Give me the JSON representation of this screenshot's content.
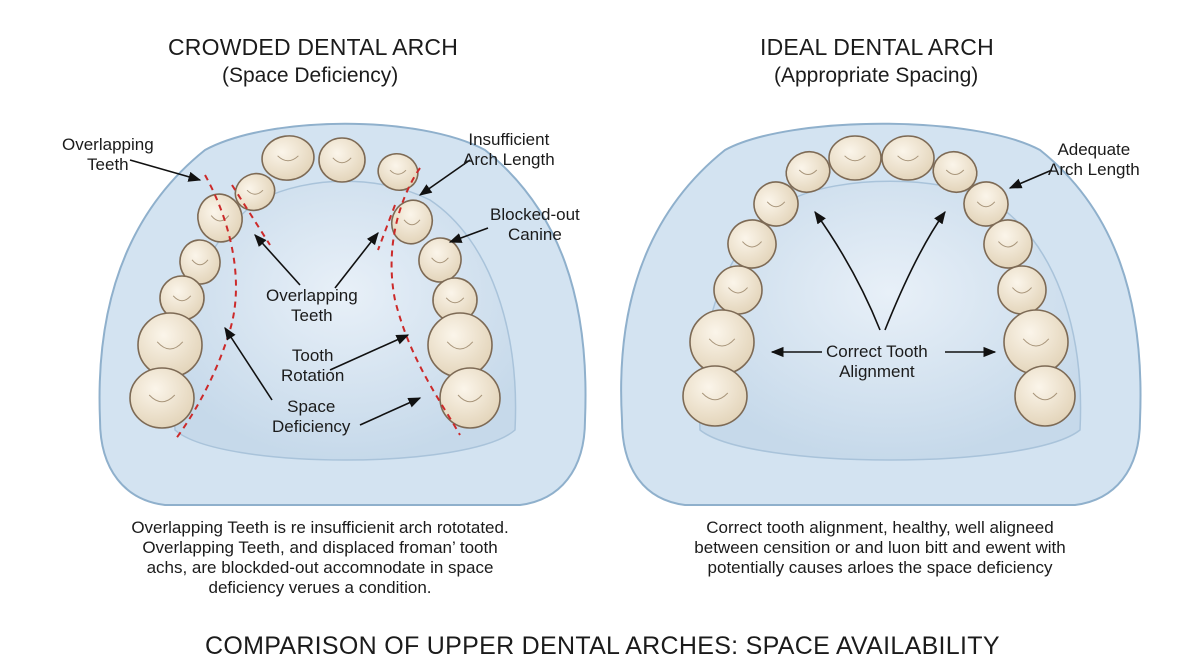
{
  "left": {
    "title": "CROWDED DENTAL ARCH",
    "subtitle": "(Space Deficiency)",
    "labels": {
      "overlapping_outer_1": "Overlapping",
      "overlapping_outer_2": "Teeth",
      "insufficient_1": "Insufficient",
      "insufficient_2": "Arch Length",
      "blocked_1": "Blocked-out",
      "blocked_2": "Canine",
      "overlapping_inner_1": "Overlapping",
      "overlapping_inner_2": "Teeth",
      "rotation_1": "Tooth",
      "rotation_2": "Rotation",
      "space_1": "Space",
      "space_2": "Deficiency"
    },
    "description": [
      "Overlapping Teeth is re insufficienit arch rototated.",
      "Overlapping Teeth,  and displaced froman’ tooth",
      "achs, are blockded-out  accomnodate in space",
      "deficiency verues a condition."
    ]
  },
  "right": {
    "title": "IDEAL DENTAL ARCH",
    "subtitle": "(Appropriate Spacing)",
    "labels": {
      "adequate_1": "Adequate",
      "adequate_2": "Arch Length",
      "correct_1": "Correct Tooth",
      "correct_2": "Alignment"
    },
    "description": [
      "Correct tooth alignment,  healthy, well aligneed",
      "between censition or and luon bitt and ewent with",
      "potentially causes arloes the space deficiency"
    ]
  },
  "footer": "COMPARISON OF UPPER DENTAL ARCHES: SPACE AVAILABILITY",
  "colors": {
    "palate_outer": "#c9dcec",
    "palate_inner": "#dfeaf5",
    "gum_edge": "#8fb0cc",
    "tooth_fill": "#efe4cf",
    "tooth_edge": "#7d6a55",
    "dashed_red": "#cc2a2a",
    "arrow": "#111111"
  }
}
